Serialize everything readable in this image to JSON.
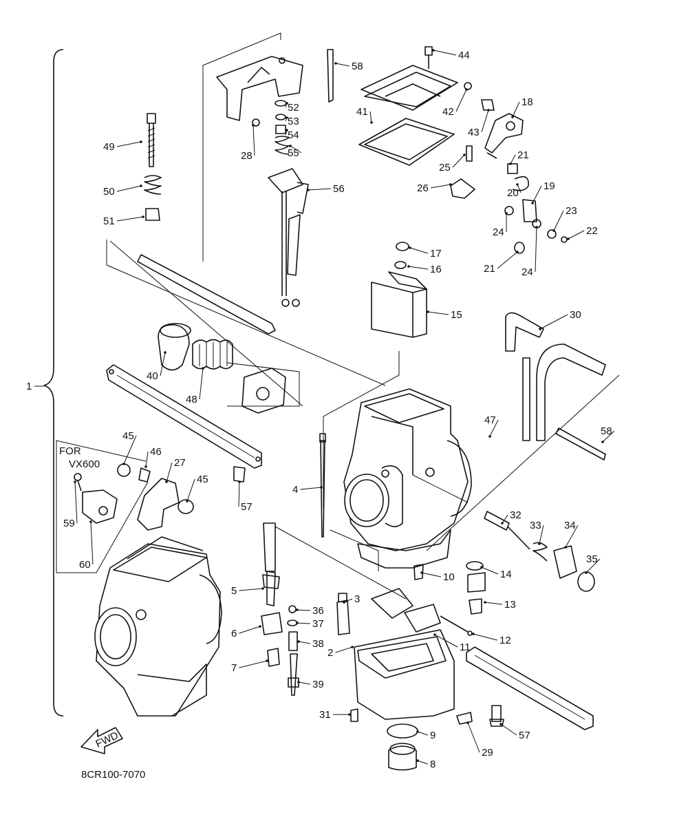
{
  "diagram": {
    "assembly_number": "1",
    "variant_note_line1": "FOR",
    "variant_note_line2": "VX600",
    "fwd_label": "FWD",
    "catalog_code": "8CR100-7070",
    "callouts": [
      {
        "n": "44"
      },
      {
        "n": "58"
      },
      {
        "n": "52"
      },
      {
        "n": "53"
      },
      {
        "n": "54"
      },
      {
        "n": "55"
      },
      {
        "n": "41"
      },
      {
        "n": "42"
      },
      {
        "n": "43"
      },
      {
        "n": "18"
      },
      {
        "n": "49"
      },
      {
        "n": "28"
      },
      {
        "n": "25"
      },
      {
        "n": "21"
      },
      {
        "n": "50"
      },
      {
        "n": "56"
      },
      {
        "n": "26"
      },
      {
        "n": "20"
      },
      {
        "n": "19"
      },
      {
        "n": "51"
      },
      {
        "n": "24"
      },
      {
        "n": "23"
      },
      {
        "n": "22"
      },
      {
        "n": "17"
      },
      {
        "n": "21"
      },
      {
        "n": "24"
      },
      {
        "n": "16"
      },
      {
        "n": "15"
      },
      {
        "n": "30"
      },
      {
        "n": "40"
      },
      {
        "n": "48"
      },
      {
        "n": "47"
      },
      {
        "n": "58"
      },
      {
        "n": "45"
      },
      {
        "n": "46"
      },
      {
        "n": "27"
      },
      {
        "n": "45"
      },
      {
        "n": "59"
      },
      {
        "n": "57"
      },
      {
        "n": "4"
      },
      {
        "n": "32"
      },
      {
        "n": "33"
      },
      {
        "n": "34"
      },
      {
        "n": "35"
      },
      {
        "n": "60"
      },
      {
        "n": "10"
      },
      {
        "n": "14"
      },
      {
        "n": "5"
      },
      {
        "n": "3"
      },
      {
        "n": "13"
      },
      {
        "n": "36"
      },
      {
        "n": "37"
      },
      {
        "n": "6"
      },
      {
        "n": "38"
      },
      {
        "n": "12"
      },
      {
        "n": "11"
      },
      {
        "n": "2"
      },
      {
        "n": "7"
      },
      {
        "n": "39"
      },
      {
        "n": "31"
      },
      {
        "n": "9"
      },
      {
        "n": "29"
      },
      {
        "n": "57"
      },
      {
        "n": "8"
      }
    ]
  }
}
